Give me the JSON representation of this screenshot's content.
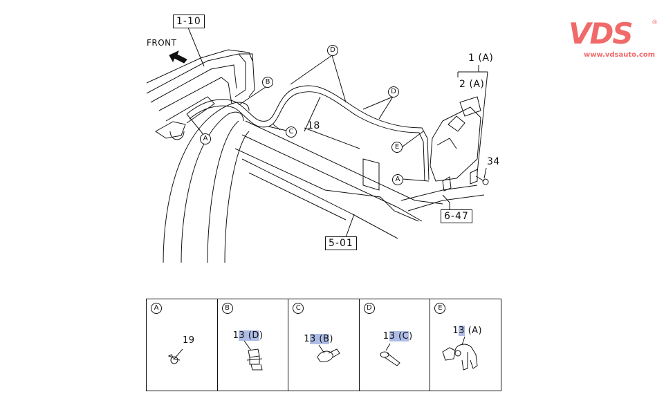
{
  "brand": {
    "name": "VDS",
    "registered": "®",
    "url": "www.vdsauto.com",
    "color": "#f06a6a"
  },
  "diagram": {
    "orientation_label": "FRONT",
    "reference_boxes": {
      "top_left": "1-10",
      "bottom_center": "5-01",
      "right": "6-47"
    },
    "part_numbers": {
      "hose": "18",
      "tank": "1 (A)",
      "cap": "2 (A)",
      "bolt": "34"
    },
    "callouts": {
      "a_left": "A",
      "b": "B",
      "c": "C",
      "d_top": "D",
      "d_right": "D",
      "e": "E",
      "a_right": "A"
    },
    "highlight_color": "#aebde6"
  },
  "details": [
    {
      "letter": "A",
      "part": "19",
      "highlight": ""
    },
    {
      "letter": "B",
      "part_prefix": "1",
      "highlight": "3 (D",
      "part_suffix": ")"
    },
    {
      "letter": "C",
      "part_prefix": "1",
      "highlight": "3 (B",
      "part_suffix": ")"
    },
    {
      "letter": "D",
      "part_prefix": "1",
      "highlight": "3 (C",
      "part_suffix": ")"
    },
    {
      "letter": "E",
      "part_prefix": "1",
      "highlight": "3",
      "part_suffix": " (A)"
    }
  ]
}
